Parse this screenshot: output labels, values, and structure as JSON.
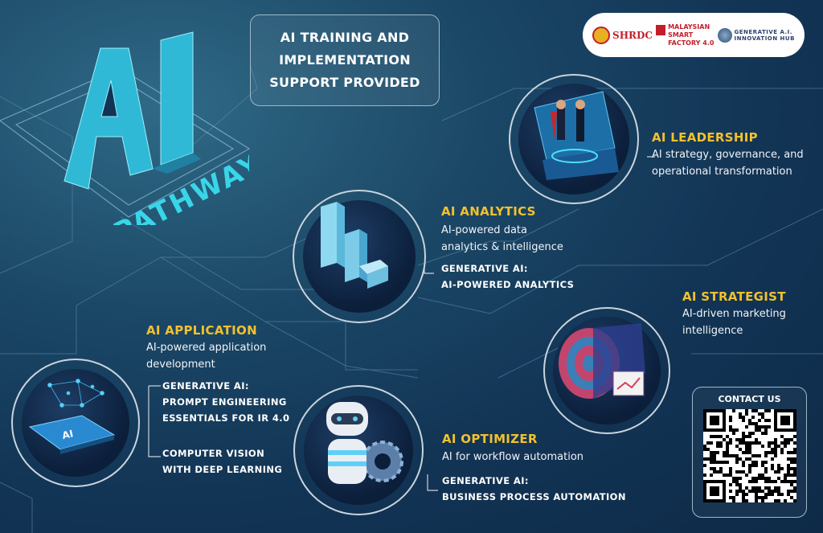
{
  "header": {
    "title_lines": [
      "AI TRAINING AND",
      "IMPLEMENTATION",
      "SUPPORT PROVIDED"
    ]
  },
  "logos": {
    "shrdc": "SHRDC",
    "msf": [
      "MALAYSIAN",
      "SMART",
      "FACTORY 4.0"
    ],
    "genai": [
      "GENERATIVE A.I.",
      "INNOVATION HUB"
    ]
  },
  "hero": {
    "big_text": "AI",
    "word": "PATHWAY"
  },
  "pathways": {
    "leadership": {
      "heading": "AI LEADERSHIP",
      "desc": [
        "AI strategy, governance, and",
        "operational transformation"
      ],
      "icon": "business-handshake-icon"
    },
    "analytics": {
      "heading": "AI ANALYTICS",
      "desc": [
        "AI-powered data",
        "analytics & intelligence"
      ],
      "courses": [
        "GENERATIVE AI:",
        "AI-POWERED ANALYTICS"
      ],
      "icon": "bar-chart-icon"
    },
    "strategist": {
      "heading": "AI STRATEGIST",
      "desc": [
        "AI-driven marketing",
        "intelligence"
      ],
      "icon": "megaphone-icon"
    },
    "application": {
      "heading": "AI APPLICATION",
      "desc": [
        "AI-powered application",
        "development"
      ],
      "courses": [
        "GENERATIVE AI:",
        "PROMPT ENGINEERING",
        "ESSENTIALS FOR IR 4.0"
      ],
      "courses2": [
        "COMPUTER VISION",
        "WITH DEEP LEARNING"
      ],
      "icon": "ai-phone-icon"
    },
    "optimizer": {
      "heading": "AI OPTIMIZER",
      "desc": [
        "AI for workflow automation"
      ],
      "courses": [
        "GENERATIVE AI:",
        "BUSINESS PROCESS AUTOMATION"
      ],
      "icon": "robot-gear-icon"
    }
  },
  "contact": {
    "label": "CONTACT US",
    "icon": "qr-code-icon"
  },
  "colors": {
    "accent": "#f2c12e",
    "background": "#14395a",
    "cyan": "#37d3e6"
  }
}
